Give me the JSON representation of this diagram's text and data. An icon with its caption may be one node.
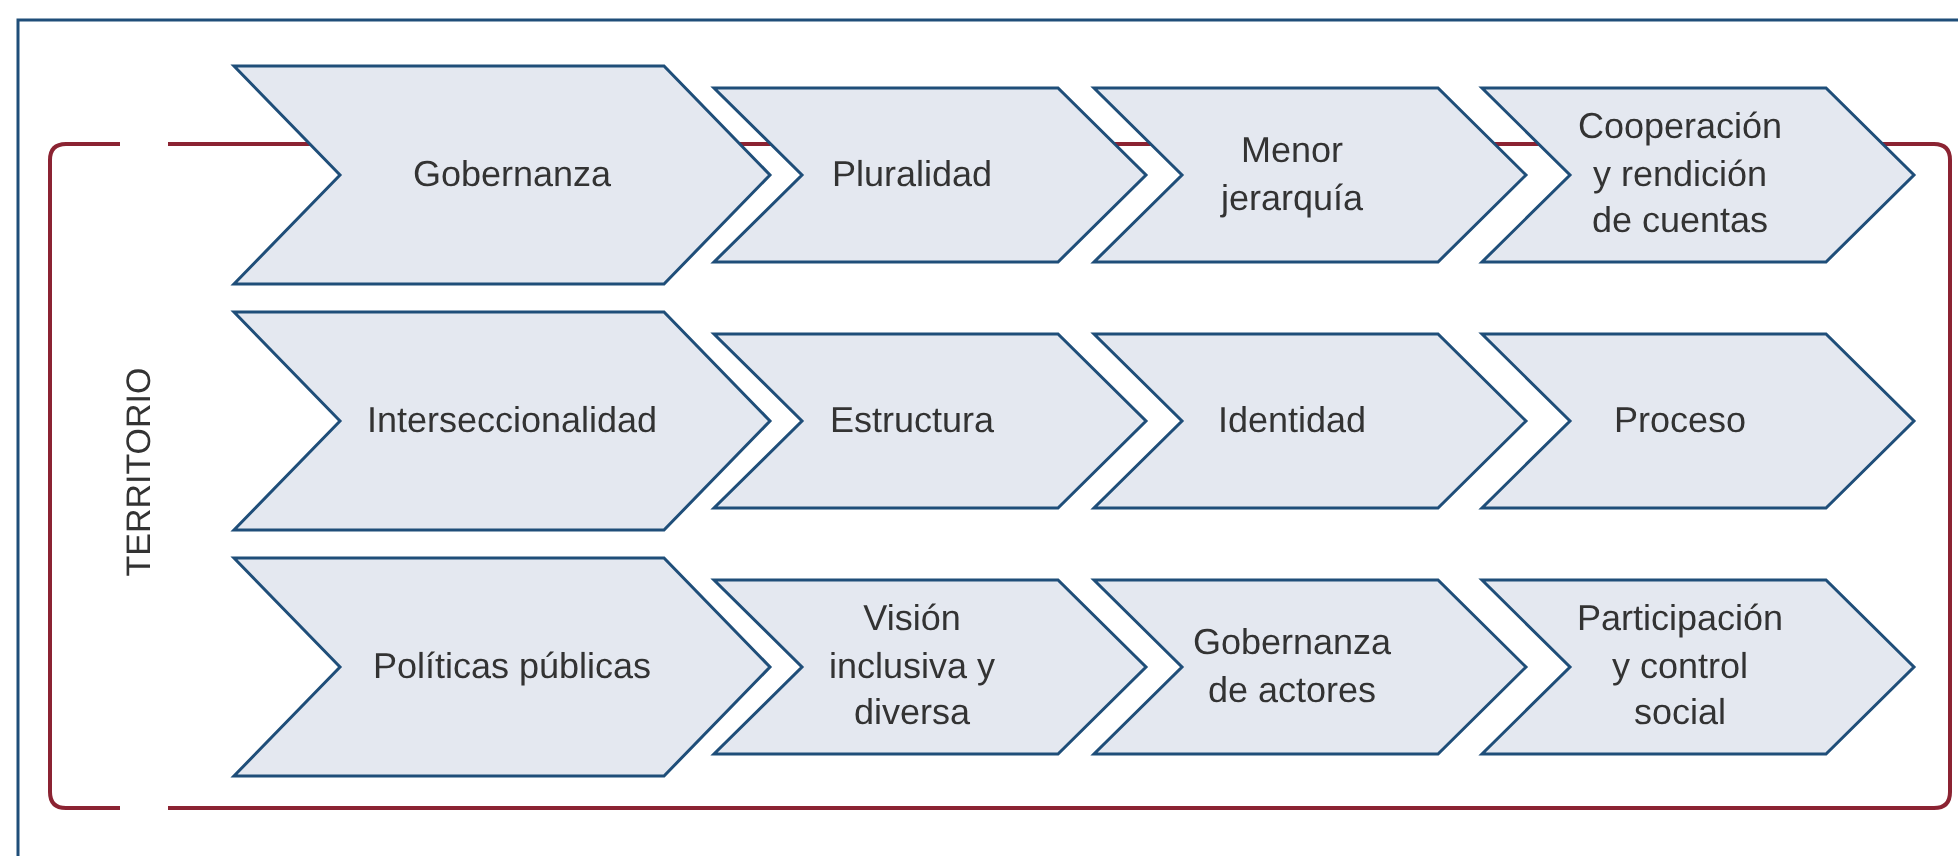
{
  "diagram": {
    "nodes": [
      {
        "text": [
          "TERRITORIO"
        ]
      },
      {
        "text": [
          "Gobernanza"
        ]
      },
      {
        "text": [
          "Pluralidad"
        ]
      },
      {
        "text": [
          "Menor jerarquía"
        ]
      },
      {
        "text": [
          "Cooperación y rendición de cuentas"
        ]
      },
      {
        "text": [
          "Interseccionalidad"
        ],
        "in": 0
      },
      {
        "text": [
          "Estructura"
        ],
        "in": 0
      },
      {
        "text": [
          "Identidad"
        ],
        "in": 0
      },
      {
        "text": [
          "Proceso"
        ],
        "in": 0
      },
      {
        "text": [
          "Políticas públicas"
        ],
        "in": 0
      },
      {
        "text": [
          "Visión inclusiva y diversa"
        ],
        "in": 0
      },
      {
        "text": [
          "Gobernanza de actores"
        ],
        "in": 0
      },
      {
        "text": [
          "Participación y control social"
        ],
        "in": 0
      }
    ],
    "edges": []
  }
}
